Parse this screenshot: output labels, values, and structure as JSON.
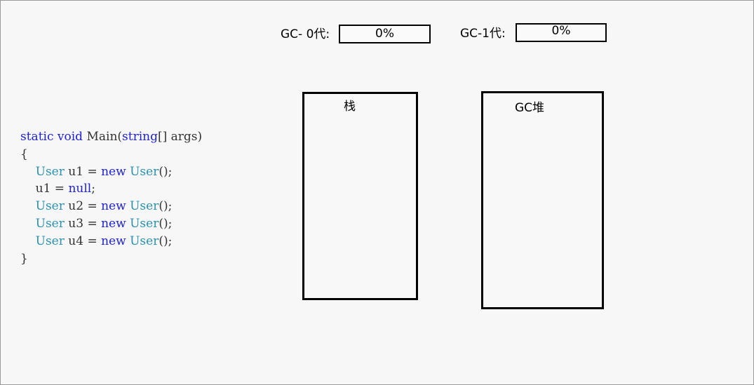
{
  "gc0": {
    "label": "GC- 0代:",
    "value": "0%"
  },
  "gc1": {
    "label": "GC-1代:",
    "value": "0%"
  },
  "stack": {
    "title": "栈"
  },
  "heap": {
    "title": "GC堆"
  },
  "code": {
    "lines": [
      [
        {
          "t": "static",
          "c": "kw"
        },
        {
          "t": " ",
          "c": "pl"
        },
        {
          "t": "void",
          "c": "kw"
        },
        {
          "t": " Main(",
          "c": "pl"
        },
        {
          "t": "string",
          "c": "kw"
        },
        {
          "t": "[] args)",
          "c": "pl"
        }
      ],
      [
        {
          "t": "{",
          "c": "pl"
        }
      ],
      [
        {
          "t": "    ",
          "c": "pl"
        },
        {
          "t": "User",
          "c": "ty"
        },
        {
          "t": " u1 = ",
          "c": "pl"
        },
        {
          "t": "new",
          "c": "kw"
        },
        {
          "t": " ",
          "c": "pl"
        },
        {
          "t": "User",
          "c": "ty"
        },
        {
          "t": "();",
          "c": "pl"
        }
      ],
      [
        {
          "t": "    u1 = ",
          "c": "pl"
        },
        {
          "t": "null",
          "c": "kw"
        },
        {
          "t": ";",
          "c": "pl"
        }
      ],
      [
        {
          "t": "    ",
          "c": "pl"
        },
        {
          "t": "User",
          "c": "ty"
        },
        {
          "t": " u2 = ",
          "c": "pl"
        },
        {
          "t": "new",
          "c": "kw"
        },
        {
          "t": " ",
          "c": "pl"
        },
        {
          "t": "User",
          "c": "ty"
        },
        {
          "t": "();",
          "c": "pl"
        }
      ],
      [
        {
          "t": "    ",
          "c": "pl"
        },
        {
          "t": "User",
          "c": "ty"
        },
        {
          "t": " u3 = ",
          "c": "pl"
        },
        {
          "t": "new",
          "c": "kw"
        },
        {
          "t": " ",
          "c": "pl"
        },
        {
          "t": "User",
          "c": "ty"
        },
        {
          "t": "();",
          "c": "pl"
        }
      ],
      [
        {
          "t": "    ",
          "c": "pl"
        },
        {
          "t": "User",
          "c": "ty"
        },
        {
          "t": " u4 = ",
          "c": "pl"
        },
        {
          "t": "new",
          "c": "kw"
        },
        {
          "t": " ",
          "c": "pl"
        },
        {
          "t": "User",
          "c": "ty"
        },
        {
          "t": "();",
          "c": "pl"
        }
      ],
      [
        {
          "t": "}",
          "c": "pl"
        }
      ]
    ]
  }
}
